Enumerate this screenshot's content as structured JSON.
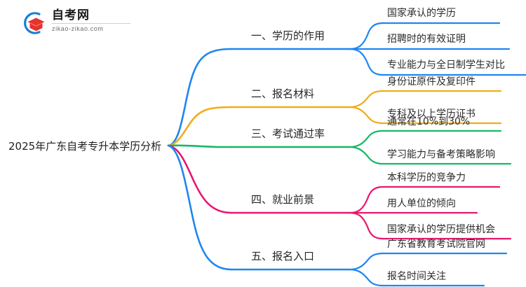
{
  "logo": {
    "name": "自考网",
    "url": "zikao-zikao.com",
    "mark_icon": "graduation-cap-icon",
    "ring_color": "#1a7fd4",
    "cap_color": "#e8322c"
  },
  "mindmap": {
    "root": {
      "label": "2025年广东自考专升本学历分析"
    },
    "branches": [
      {
        "label": "一、学历的作用",
        "color": "#1e86f0",
        "children": [
          {
            "label": "国家承认的学历"
          },
          {
            "label": "招聘时的有效证明"
          },
          {
            "label": "专业能力与全日制学生对比"
          }
        ]
      },
      {
        "label": "二、报名材料",
        "color": "#f0ad19",
        "children": [
          {
            "label": "身份证原件及复印件"
          },
          {
            "label": "专科及以上学历证书"
          }
        ]
      },
      {
        "label": "三、考试通过率",
        "color": "#17b866",
        "children": [
          {
            "label": "通常在10%到30%"
          },
          {
            "label": "学习能力与备考策略影响"
          }
        ]
      },
      {
        "label": "四、就业前景",
        "color": "#e8166e",
        "children": [
          {
            "label": "本科学历的竞争力"
          },
          {
            "label": "用人单位的倾向"
          },
          {
            "label": "国家承认的学历提供机会"
          }
        ]
      },
      {
        "label": "五、报名入口",
        "color": "#1e86f0",
        "children": [
          {
            "label": "广东省教育考试院官网"
          },
          {
            "label": "报名时间关注"
          }
        ]
      }
    ]
  }
}
